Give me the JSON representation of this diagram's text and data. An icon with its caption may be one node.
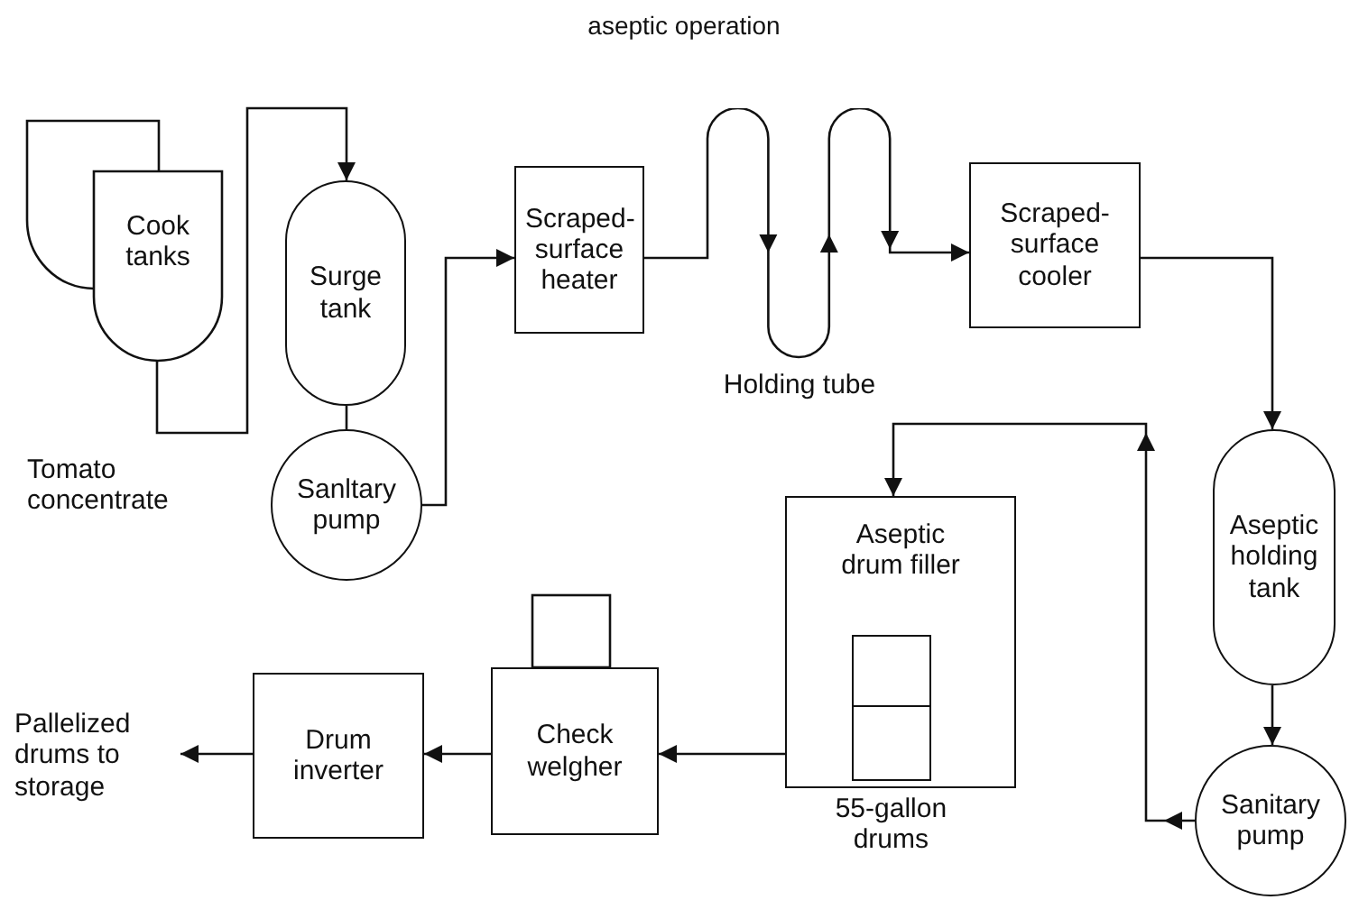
{
  "diagram": {
    "title": "aseptic operation",
    "nodes": [
      {
        "text": [
          "Cook tanks"
        ]
      },
      {
        "text": [
          "Surge tank"
        ]
      },
      {
        "text": [
          "Sanltary pump"
        ]
      },
      {
        "text": [
          "Scraped-surface heater"
        ]
      },
      {
        "text": [
          "Holding tube"
        ]
      },
      {
        "text": [
          "Scraped-surface cooler"
        ]
      },
      {
        "text": [
          "Aseptic holding tank"
        ]
      },
      {
        "text": [
          "Sanitary pump"
        ]
      },
      {
        "text": [
          "Aseptic drum filler"
        ]
      },
      {
        "text": [],
        "shape": "box",
        "in": 8,
        "beside": [
          "55-gallon drums"
        ]
      },
      {
        "text": [
          "Check welgher"
        ]
      },
      {
        "text": [
          "Drum inverter"
        ]
      },
      {
        "text": [
          "Pallelized drums to storage"
        ]
      }
    ],
    "edges": [
      {
        "from": 0,
        "to": 1,
        "arrow": "to"
      },
      {
        "from": 1,
        "to": 2,
        "arrow": "none"
      },
      {
        "from": 2,
        "to": 3,
        "arrow": "to"
      },
      {
        "from": 3,
        "to": 4,
        "arrow": "none"
      },
      {
        "from": 4,
        "to": 5,
        "arrow": "to"
      },
      {
        "from": 5,
        "to": 6,
        "arrow": "to"
      },
      {
        "from": 6,
        "to": 7,
        "arrow": "to"
      },
      {
        "from": 7,
        "to": 8,
        "arrow": "to"
      },
      {
        "from": 9,
        "to": 10,
        "arrow": "to"
      },
      {
        "from": 10,
        "to": 11,
        "arrow": "to"
      },
      {
        "from": 11,
        "to": 12,
        "arrow": "to"
      }
    ],
    "labels": [
      "Tomato concentrate"
    ]
  }
}
